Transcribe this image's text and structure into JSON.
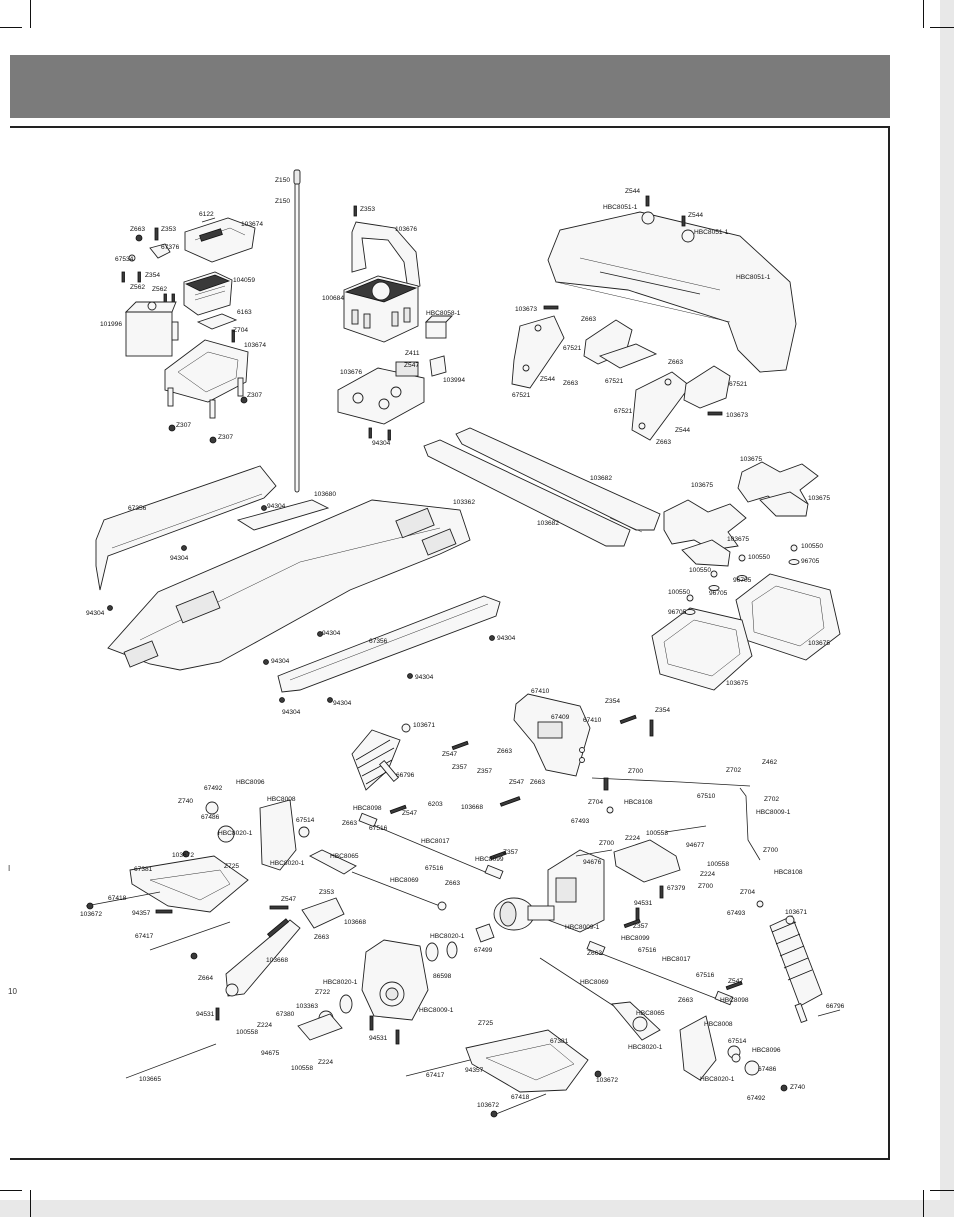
{
  "page": {
    "left_marker": "I",
    "left_marker_2": "10"
  },
  "labels": {
    "z150_top": "Z150",
    "z150_mid": "Z150",
    "l6122": "6122",
    "l103674_a": "103674",
    "z663_a": "Z663",
    "z353_a": "Z353",
    "l67376": "67376",
    "l67534": "67534",
    "z354_a": "Z354",
    "z562_a": "Z562",
    "z562_b": "Z562",
    "l104059": "104059",
    "l6163": "6163",
    "l101996": "101996",
    "z704_a": "Z704",
    "l103674_b": "103674",
    "z307_a": "Z307",
    "z307_b": "Z307",
    "z307_c": "Z307",
    "z353_b": "Z353",
    "l103676_a": "103676",
    "l100684": "100684",
    "hbc8058": "HBC8058-1",
    "z411": "Z411",
    "z547_a": "Z547",
    "l103676_b": "103676",
    "l103994": "103994",
    "l94304_a": "94304",
    "z544_a": "Z544",
    "hbc8051_a": "HBC8051-1",
    "z544_b": "Z544",
    "hbc8051_b": "HBC8051-1",
    "hbc8051_c": "HBC8051-1",
    "l103673_a": "103673",
    "z663_b": "Z663",
    "l67521_a": "67521",
    "z663_c": "Z663",
    "z544_c": "Z544",
    "z663_d": "Z663",
    "l67521_b": "67521",
    "l67521_c": "67521",
    "l67521_d": "67521",
    "l67521_e": "67521",
    "l103673_b": "103673",
    "z544_d": "Z544",
    "z663_e": "Z663",
    "l67356_a": "67356",
    "l103680": "103680",
    "l94304_b": "94304",
    "l103362": "103362",
    "l94304_c": "94304",
    "l94304_d": "94304",
    "l103682_a": "103682",
    "l103682_b": "103682",
    "l103675_a": "103675",
    "l103675_b": "103675",
    "l103675_c": "103675",
    "l103675_d": "103675",
    "l100550_a": "100550",
    "l100550_b": "100550",
    "l96705_a": "96705",
    "l96705_b": "96705",
    "l100550_c": "100550",
    "l96705_c": "96705",
    "l100550_d": "100550",
    "l96705_d": "96705",
    "l103675_e": "103675",
    "l103675_f": "103675",
    "l94304_e": "94304",
    "l67356_b": "67356",
    "l94304_f": "94304",
    "l94304_g": "94304",
    "l94304_h": "94304",
    "l94304_i": "94304",
    "l94304_j": "94304",
    "l67410_a": "67410",
    "l67409": "67409",
    "z354_b": "Z354",
    "l67410_b": "67410",
    "z354_c": "Z354",
    "l103671_a": "103671",
    "z547_b": "Z547",
    "z357_a": "Z357",
    "z663_f": "Z663",
    "z357_b": "Z357",
    "z547_c": "Z547",
    "z663_g": "Z663",
    "l66796_a": "66796",
    "l6203": "6203",
    "l103668_a": "103668",
    "z700_a": "Z700",
    "z704_b": "Z704",
    "hbc8108_a": "HBC8108",
    "l67493_a": "67493",
    "z702_a": "Z702",
    "z462": "Z462",
    "l67510": "67510",
    "z702_b": "Z702",
    "hbc8009_a": "HBC8009-1",
    "z740_a": "Z740",
    "l67492_a": "67492",
    "hbc8096_a": "HBC8096",
    "l67486_a": "67486",
    "hbc8008_a": "HBC8008",
    "hbc8020_a": "HBC8020-1",
    "l67514_a": "67514",
    "hbc8098_a": "HBC8098",
    "z547_d": "Z547",
    "z663_h": "Z663",
    "l67516_a": "67516",
    "hbc8017_a": "HBC8017",
    "hbc8065_a": "HBC8065",
    "hbc8020_b": "HBC8020-1",
    "l67516_b": "67516",
    "hbc8099_a": "HBC8099",
    "z357_c": "Z357",
    "z663_i": "Z663",
    "hbc8069_a": "HBC8069",
    "l103672_a": "103672",
    "l67381_a": "67381",
    "z725_a": "Z725",
    "l67418_a": "67418",
    "l103672_b": "103672",
    "l94357_a": "94357",
    "l67417_a": "67417",
    "z547_e": "Z547",
    "z353_c": "Z353",
    "l103668_b": "103668",
    "z663_j": "Z663",
    "l103668_c": "103668",
    "z664": "Z664",
    "l94531_a": "94531",
    "z700_b": "Z700",
    "z224_a": "Z224",
    "l100558_a": "100558",
    "l94676": "94676",
    "l94677": "94677",
    "l100558_b": "100558",
    "z224_b": "Z224",
    "l67379": "67379",
    "z700_c": "Z700",
    "l94531_b": "94531",
    "z700_d": "Z700",
    "hbc8108_b": "HBC8108",
    "z704_c": "Z704",
    "l67493_b": "67493",
    "l103671_b": "103671",
    "hbc8009_b": "HBC8009-1",
    "z357_d": "Z357",
    "hbc8099_b": "HBC8099",
    "z663_k": "Z663",
    "l67516_c": "67516",
    "hbc8017_b": "HBC8017",
    "l67516_d": "67516",
    "z547_f": "Z547",
    "z663_l": "Z663",
    "hbc8098_b": "HBC8098",
    "l66796_b": "66796",
    "hbc8020_c": "HBC8020-1",
    "l67499": "67499",
    "l86598": "86598",
    "hbc8020_d": "HBC8020-1",
    "z722": "Z722",
    "l103363": "103363",
    "l67380": "67380",
    "hbc8009_c": "HBC8009-1",
    "z224_c": "Z224",
    "l100558_c": "100558",
    "l94675": "94675",
    "l100558_d": "100558",
    "z224_d": "Z224",
    "l94531_c": "94531",
    "hbc8069_b": "HBC8069",
    "hbc8065_b": "HBC8065",
    "hbc8020_e": "HBC8020-1",
    "hbc8008_b": "HBC8008",
    "z725_b": "Z725",
    "l67381_b": "67381",
    "l67417_b": "67417",
    "l94357_b": "94357",
    "l103672_c": "103672",
    "l67418_b": "67418",
    "l103672_d": "103672",
    "l67514_b": "67514",
    "hbc8096_b": "HBC8096",
    "l67486_b": "67486",
    "hbc8020_f": "HBC8020-1",
    "z740_b": "Z740",
    "l67492_b": "67492",
    "l103665": "103665"
  }
}
